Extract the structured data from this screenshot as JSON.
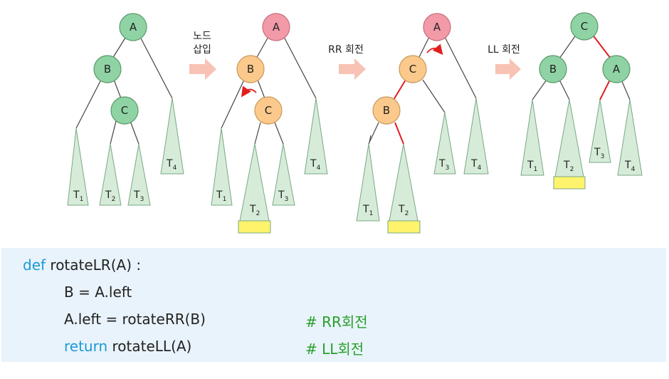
{
  "colors": {
    "green_node": "#8fd3a5",
    "pink_node": "#f29aa8",
    "orange_node": "#fbc98b",
    "triangle": "#d6ecd9",
    "highlight": "#fff36b",
    "red_edge": "#e02020",
    "arrow": "#f8c2b4",
    "code_bg": "#e9f3fb",
    "keyword": "#1a9ad6",
    "comment": "#28a02a"
  },
  "diagram": {
    "step1_label_line1": "노드",
    "step1_label_line2": "삽입",
    "step2_label": "RR 회전",
    "step3_label": "LL 회전",
    "tree1": {
      "nodes": {
        "a": "A",
        "b": "B",
        "c": "C"
      },
      "subtrees": {
        "t1": "T",
        "t1_sub": "1",
        "t2": "T",
        "t2_sub": "2",
        "t3": "T",
        "t3_sub": "3",
        "t4": "T",
        "t4_sub": "4"
      }
    },
    "tree2": {
      "nodes": {
        "a": "A",
        "b": "B",
        "c": "C"
      },
      "subtrees": {
        "t1": "T",
        "t1_sub": "1",
        "t2": "T",
        "t2_sub": "2",
        "t3": "T",
        "t3_sub": "3",
        "t4": "T",
        "t4_sub": "4"
      }
    },
    "tree3": {
      "nodes": {
        "a": "A",
        "b": "B",
        "c": "C"
      },
      "subtrees": {
        "t1": "T",
        "t1_sub": "1",
        "t2": "T",
        "t2_sub": "2",
        "t3": "T",
        "t3_sub": "3",
        "t4": "T",
        "t4_sub": "4"
      }
    },
    "tree4": {
      "nodes": {
        "a": "A",
        "b": "B",
        "c": "C"
      },
      "subtrees": {
        "t1": "T",
        "t1_sub": "1",
        "t2": "T",
        "t2_sub": "2",
        "t3": "T",
        "t3_sub": "3",
        "t4": "T",
        "t4_sub": "4"
      }
    }
  },
  "code": {
    "line1_kw": "def",
    "line1_text": " rotateLR(A) :",
    "line2_text": "B = A.left",
    "line3_text": "A.left = rotateRR(B)",
    "line3_comment": "# RR회전",
    "line4_kw": "return",
    "line4_text": " rotateLL(A)",
    "line4_comment": "# LL회전"
  }
}
